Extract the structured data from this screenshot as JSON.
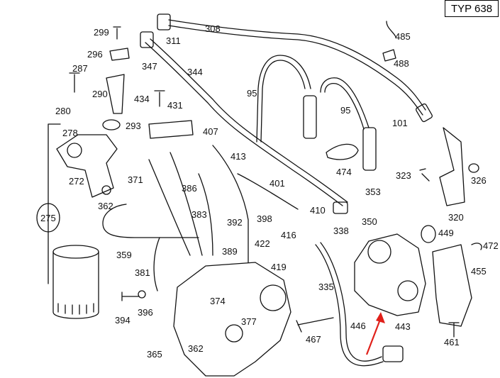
{
  "header": {
    "type_label": "TYP 638"
  },
  "colors": {
    "line": "#111111",
    "arrow": "#e0201a",
    "background": "#ffffff"
  },
  "labels": {
    "l299": "299",
    "l296": "296",
    "l287": "287",
    "l290": "290",
    "l280": "280",
    "l278": "278",
    "l293": "293",
    "l308": "308",
    "l311": "311",
    "l347": "347",
    "l344": "344",
    "l434": "434",
    "l431": "431",
    "l95a": "95",
    "l95b": "95",
    "l485": "485",
    "l488": "488",
    "l101": "101",
    "l407": "407",
    "l413": "413",
    "l474": "474",
    "l323": "323",
    "l326": "326",
    "l272": "272",
    "l371": "371",
    "l386": "386",
    "l401": "401",
    "l353": "353",
    "l362a": "362",
    "l275": "275",
    "l383": "383",
    "l392": "392",
    "l398": "398",
    "l410": "410",
    "l350": "350",
    "l320": "320",
    "l338": "338",
    "l416": "416",
    "l422": "422",
    "l449": "449",
    "l472": "472",
    "l359": "359",
    "l389": "389",
    "l419": "419",
    "l455": "455",
    "l381": "381",
    "l335": "335",
    "l374": "374",
    "l396": "396",
    "l394": "394",
    "l377": "377",
    "l446": "446",
    "l443": "443",
    "l467": "467",
    "l461": "461",
    "l365": "365",
    "l362b": "362"
  }
}
